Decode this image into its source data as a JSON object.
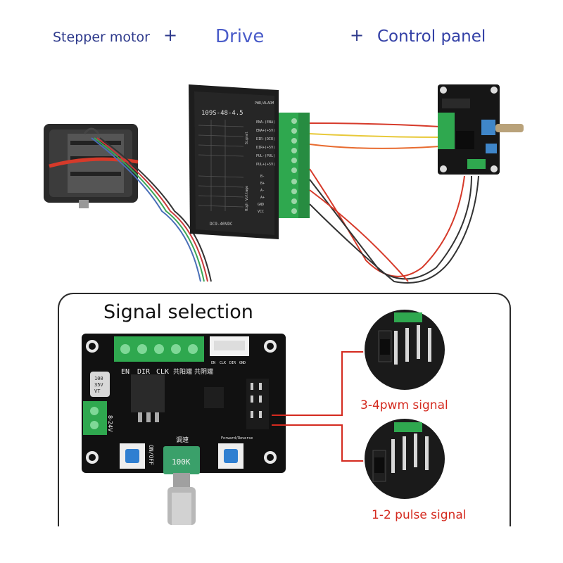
{
  "header": {
    "stepper_motor": "Stepper motor",
    "plus_1": "+",
    "drive": "Drive",
    "plus_2": "+",
    "control_panel": "Control panel"
  },
  "signal_panel": {
    "title": "Signal selection",
    "label_pwm": "3-4pwm signal",
    "label_pulse": "1-2 pulse signal"
  },
  "driver_labels": {
    "model": "109S-48-4.5",
    "pwr_alarm": "PWR/ALARM",
    "ena_minus": "ENA-(ENA)",
    "ena_plus": "ENA+(+5V)",
    "dir_minus": "DIR-(DIR)",
    "dir_plus": "DIR+(+5V)",
    "pul_minus": "PUL-(PUL)",
    "pul_plus": "PUL+(+5V)",
    "signal": "Signal",
    "high_voltage": "High Voltage",
    "gnd": "GND",
    "vcc": "VCC",
    "b_minus": "B-",
    "b_plus": "B+",
    "a_minus": "A-",
    "a_plus": "A+",
    "dc_range": "DC9-40VDC"
  },
  "board_labels": {
    "en": "EN",
    "dir": "DIR",
    "clk": "CLK",
    "common_anode": "共阳端",
    "common_cathode": "共阴端",
    "cap": "100\n35V\nVT",
    "cap_line1": "100",
    "cap_line2": "35V",
    "cap_line3": "VT",
    "speed": "调速",
    "on_off": "ON/OFF",
    "pot": "100K",
    "fwd_rev": "Forward/Reverse",
    "power": "8-24V",
    "conn_en": "EN",
    "conn_clk": "CLK",
    "conn_dir": "DIR",
    "conn_gnd": "GND"
  },
  "colors": {
    "header_text": "#2e3a8c",
    "drive_text": "#4a5cc9",
    "accent_red": "#d42a1f",
    "pcb_black": "#111111",
    "terminal_green": "#2fa84f",
    "button_blue": "#2f7fd1"
  }
}
